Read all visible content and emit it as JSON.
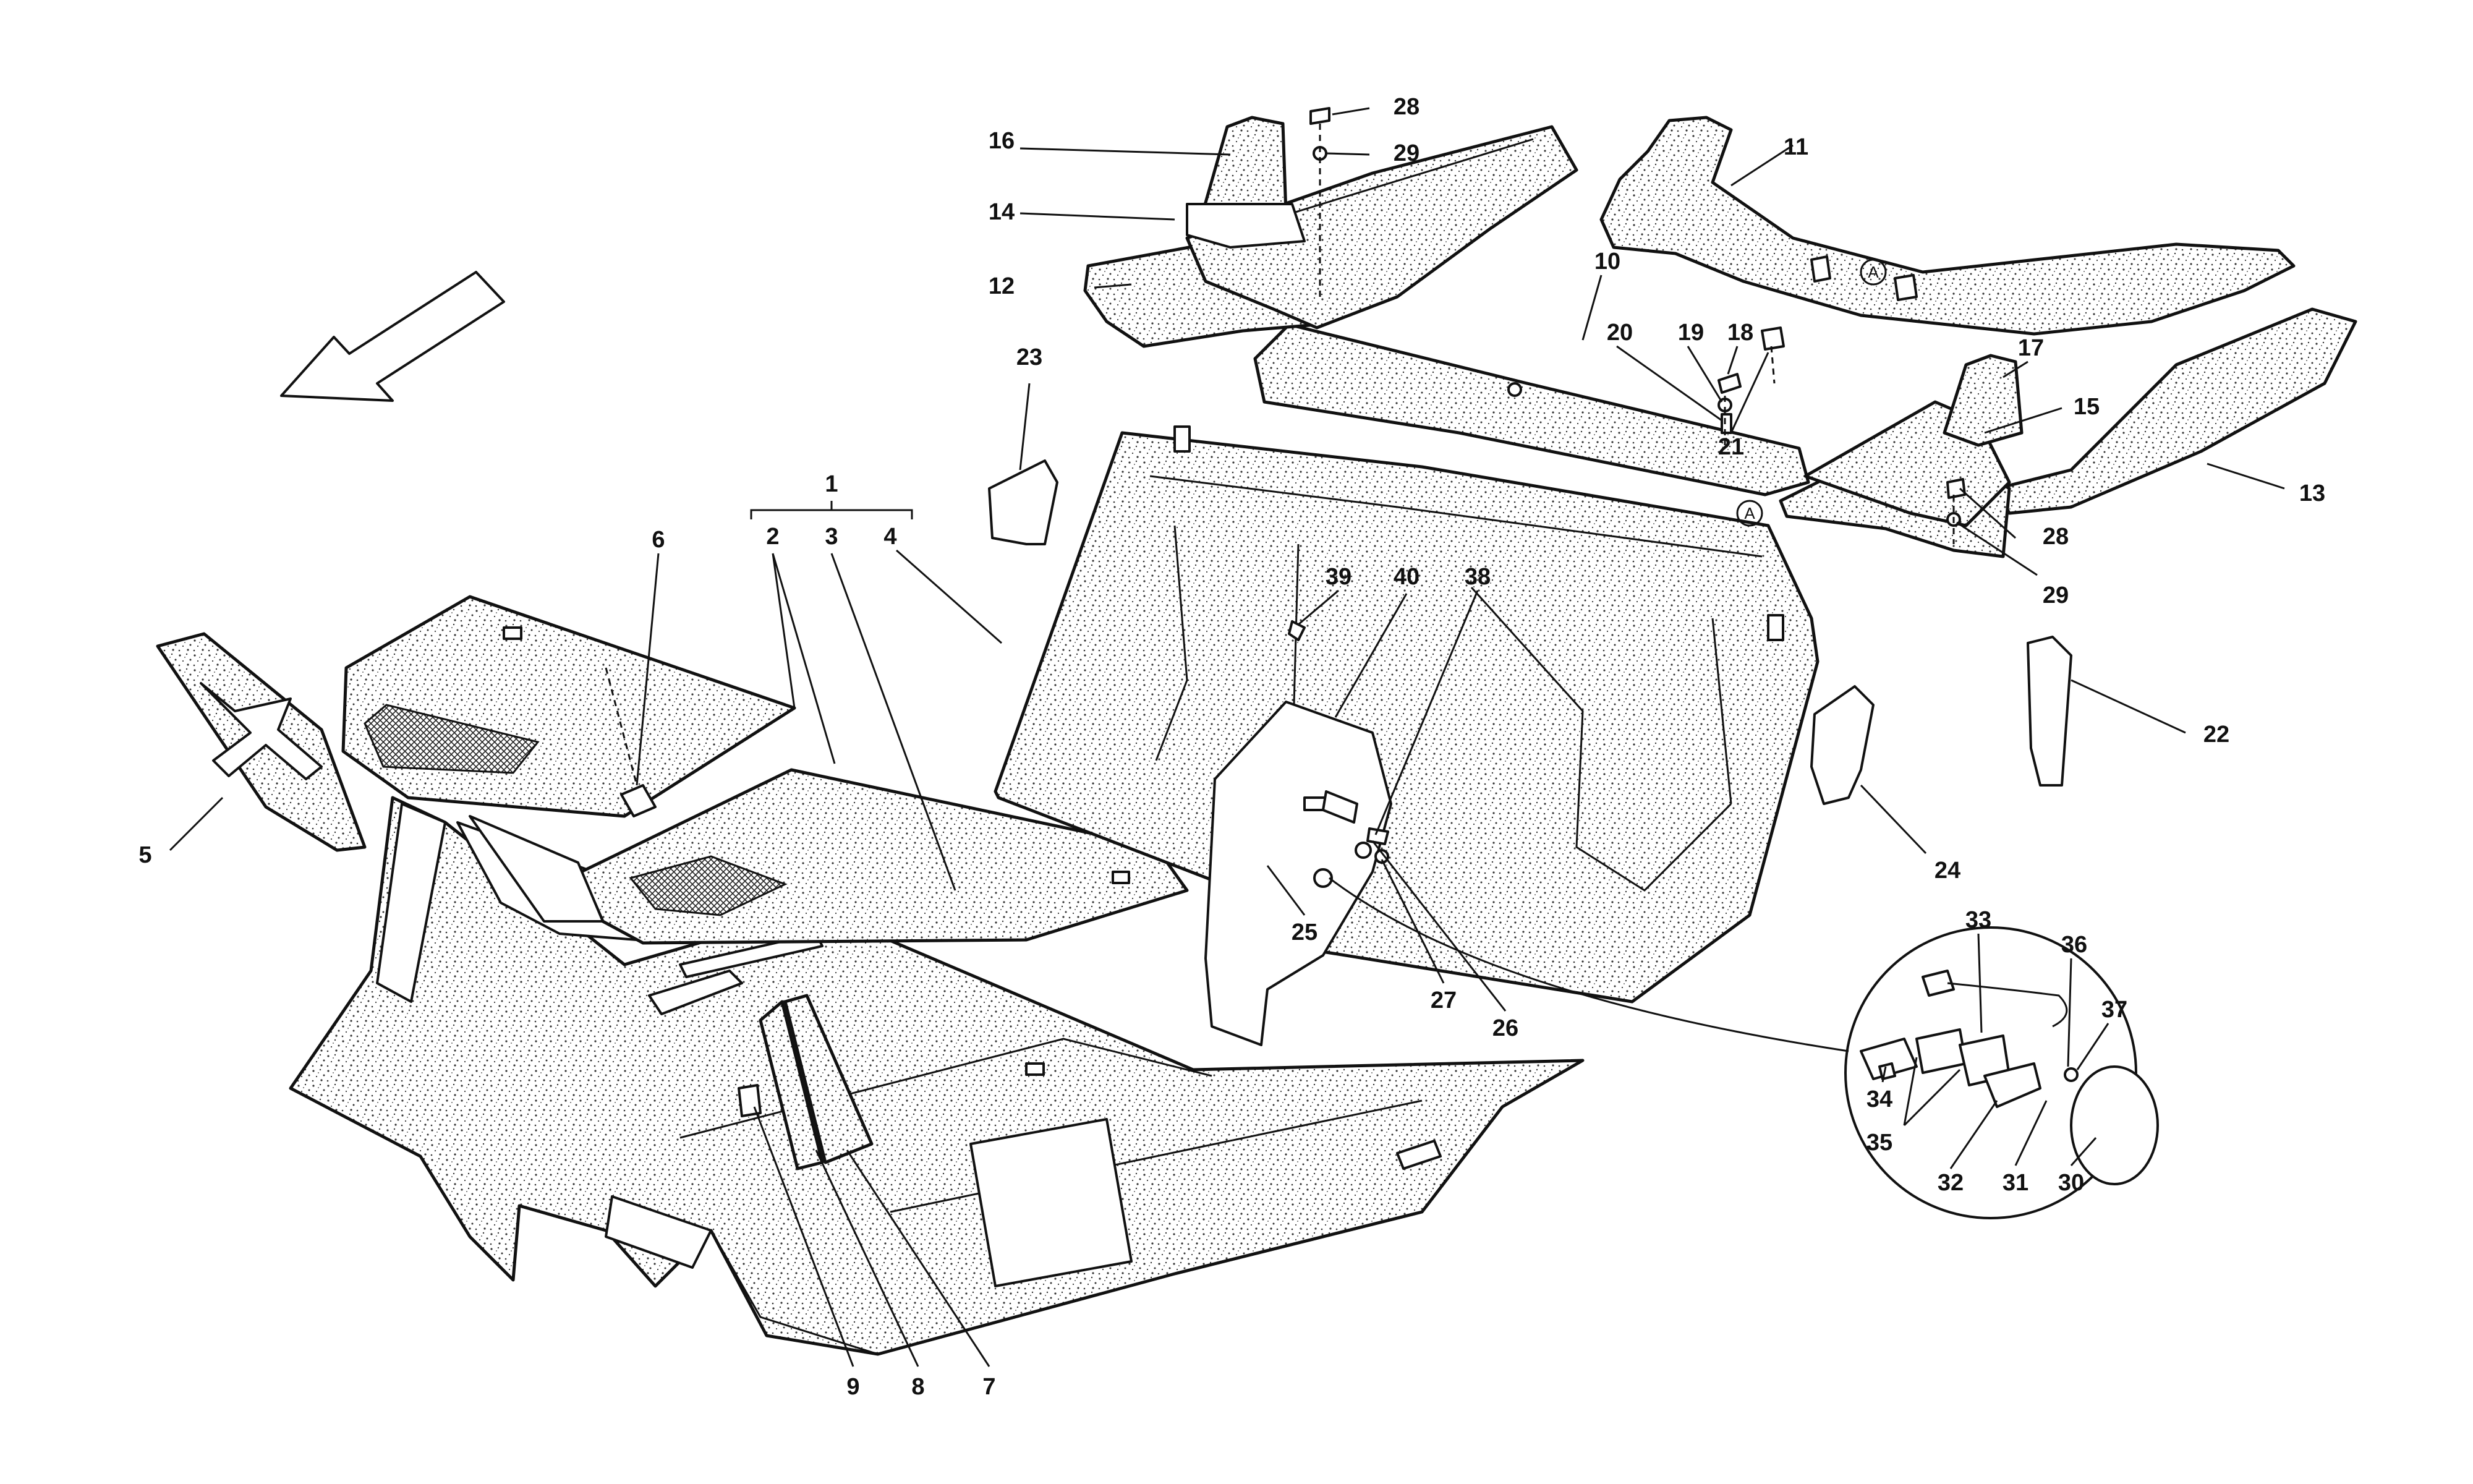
{
  "diagram": {
    "callouts": [
      "1",
      "2",
      "3",
      "4",
      "5",
      "6",
      "7",
      "8",
      "9",
      "10",
      "11",
      "12",
      "13",
      "14",
      "15",
      "16",
      "17",
      "18",
      "19",
      "20",
      "21",
      "22",
      "23",
      "24",
      "25",
      "26",
      "27",
      "28",
      "29",
      "28",
      "29",
      "30",
      "31",
      "32",
      "33",
      "34",
      "35",
      "36",
      "37",
      "38",
      "39",
      "40"
    ],
    "reference_marks": [
      "A",
      "A"
    ]
  }
}
